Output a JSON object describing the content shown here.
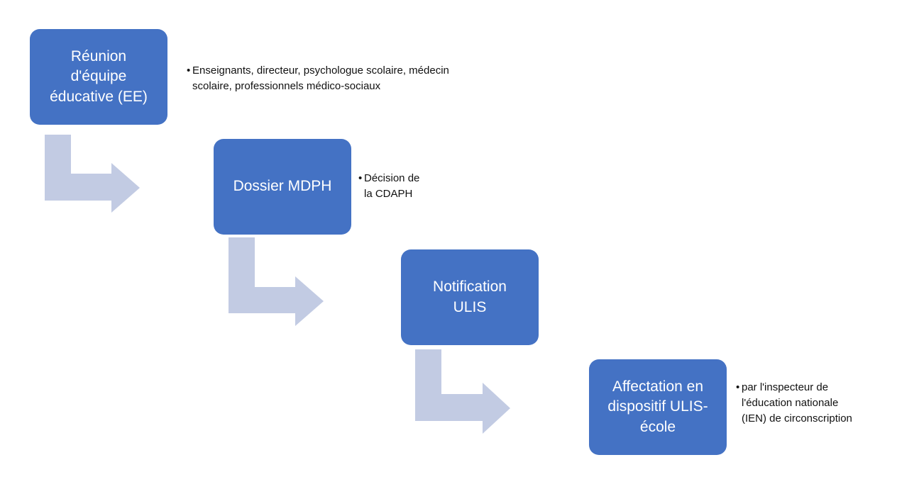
{
  "colors": {
    "box_fill": "#4472c4",
    "box_text": "#ffffff",
    "arrow_fill": "#c2cbe3",
    "note_text": "#111111"
  },
  "steps": [
    {
      "label": "Réunion\nd'équipe\néducative (EE)",
      "note": "Enseignants, directeur, psychologue scolaire, médecin\nscolaire, professionnels médico-sociaux"
    },
    {
      "label": "Dossier MDPH",
      "note": "Décision de\nla CDAPH"
    },
    {
      "label": "Notification\nULIS",
      "note": ""
    },
    {
      "label": "Affectation en\ndispositif ULIS-\nécole",
      "note": "par l'inspecteur de\nl'éducation nationale\n(IEN) de circonscription"
    }
  ],
  "bullet_char": "•"
}
